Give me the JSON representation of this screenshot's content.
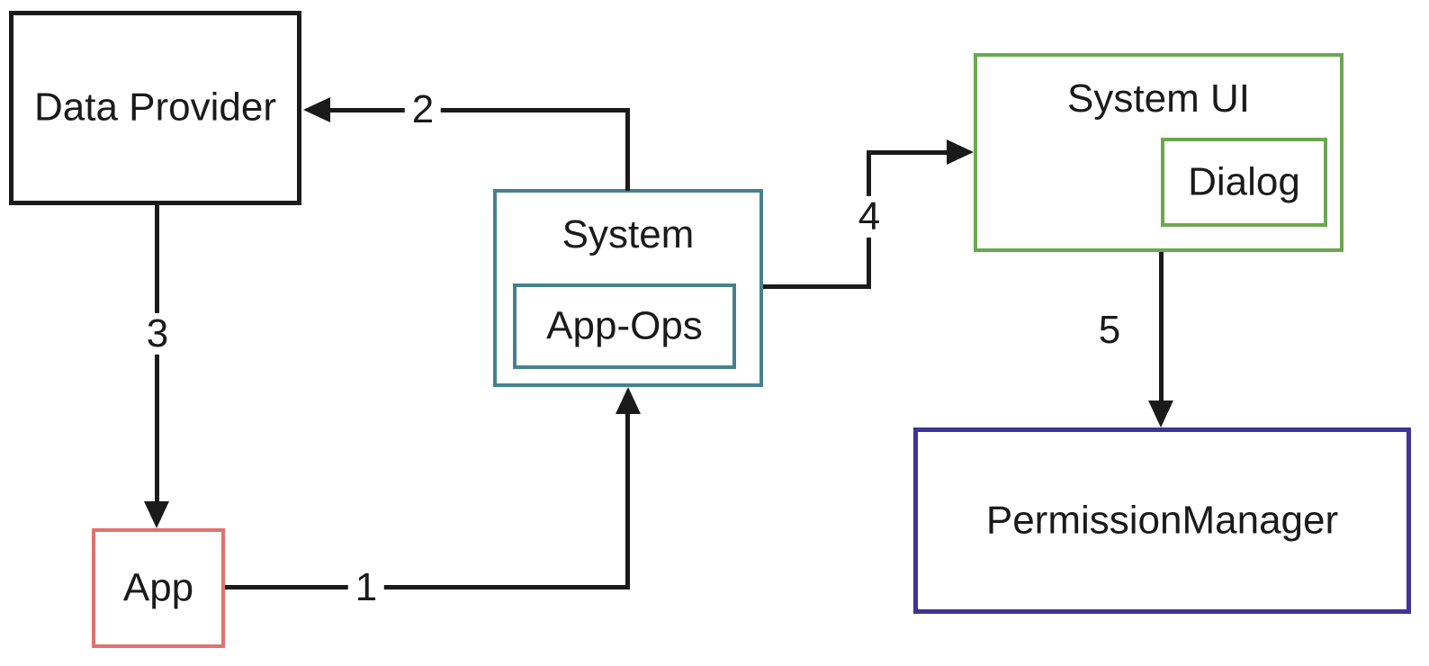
{
  "diagram": {
    "background": "#ffffff",
    "line_color": "#1a1a1a",
    "nodes": [
      {
        "id": "data_provider",
        "label": "Data Provider",
        "border_color": "#1a1a1a"
      },
      {
        "id": "app",
        "label": "App",
        "border_color": "#e0726b"
      },
      {
        "id": "system",
        "label": "System",
        "border_color": "#45818e"
      },
      {
        "id": "app_ops",
        "label": "App-Ops",
        "border_color": "#45818e",
        "parent": "system"
      },
      {
        "id": "system_ui",
        "label": "System UI",
        "border_color": "#6aa84f"
      },
      {
        "id": "dialog",
        "label": "Dialog",
        "border_color": "#6aa84f",
        "parent": "system_ui"
      },
      {
        "id": "permission_manager",
        "label": "PermissionManager",
        "border_color": "#3d3591"
      }
    ],
    "edges": [
      {
        "label": "1",
        "from": "app",
        "to": "system"
      },
      {
        "label": "2",
        "from": "system",
        "to": "data_provider"
      },
      {
        "label": "3",
        "from": "data_provider",
        "to": "app"
      },
      {
        "label": "4",
        "from": "system",
        "to": "system_ui"
      },
      {
        "label": "5",
        "from": "system_ui",
        "to": "permission_manager"
      }
    ]
  }
}
